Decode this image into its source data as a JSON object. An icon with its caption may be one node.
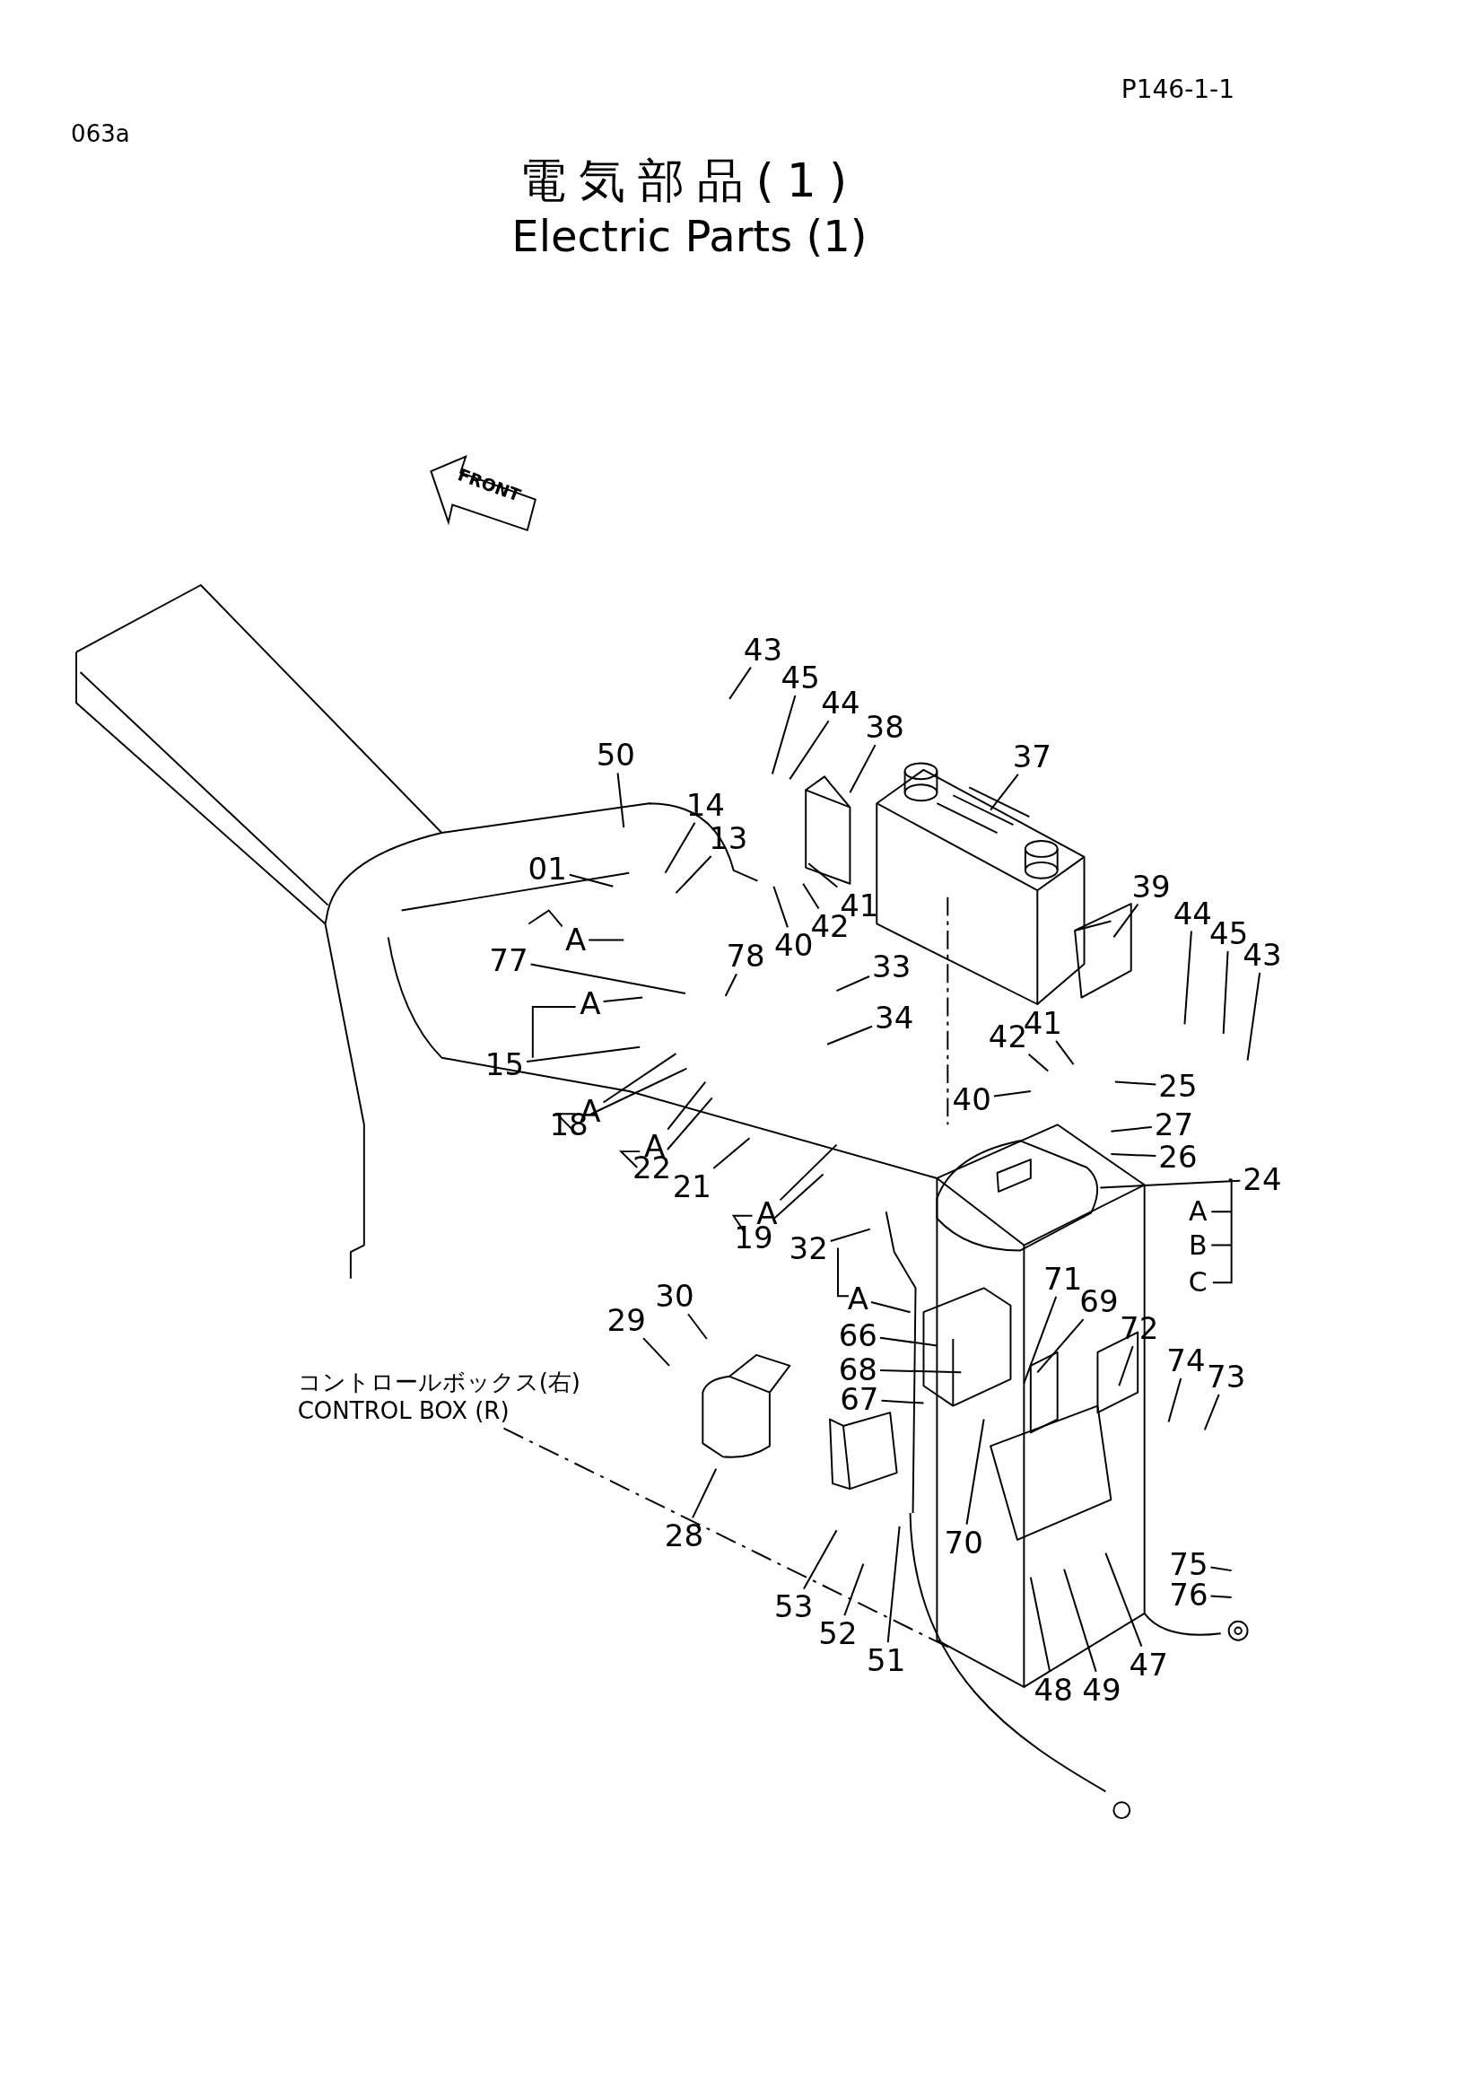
{
  "diagram": {
    "title": "電気部品(1)",
    "nodes": [
      {
        "text": [
          "コントロールボックス(右)",
          "CONTROL BOX (R)"
        ]
      },
      {
        "text": [
          "01"
        ]
      },
      {
        "text": [
          "A"
        ]
      },
      {
        "text": [
          "50"
        ]
      },
      {
        "text": [
          "14"
        ]
      },
      {
        "text": [
          "13"
        ]
      },
      {
        "text": [
          "43"
        ]
      },
      {
        "text": [
          "45"
        ]
      },
      {
        "text": [
          "44"
        ]
      },
      {
        "text": [
          "38"
        ]
      },
      {
        "text": [
          "37"
        ]
      },
      {
        "text": [
          "77"
        ]
      },
      {
        "text": [
          "78"
        ]
      },
      {
        "text": [
          "40"
        ]
      },
      {
        "text": [
          "42"
        ]
      },
      {
        "text": [
          "41"
        ]
      },
      {
        "text": [
          "33"
        ]
      },
      {
        "text": [
          "34"
        ]
      },
      {
        "text": [
          "39"
        ]
      },
      {
        "text": [
          "44"
        ]
      },
      {
        "text": [
          "45"
        ]
      },
      {
        "text": [
          "43"
        ]
      },
      {
        "text": [
          "A"
        ]
      },
      {
        "text": [
          "15"
        ]
      },
      {
        "text": [
          "A"
        ]
      },
      {
        "text": [
          "18"
        ]
      },
      {
        "text": [
          "A"
        ]
      },
      {
        "text": [
          "22"
        ]
      },
      {
        "text": [
          "21"
        ]
      },
      {
        "text": [
          "A"
        ]
      },
      {
        "text": [
          "19"
        ]
      },
      {
        "text": [
          "42"
        ]
      },
      {
        "text": [
          "41"
        ]
      },
      {
        "text": [
          "40"
        ]
      },
      {
        "text": [
          "25"
        ]
      },
      {
        "text": [
          "27"
        ]
      },
      {
        "text": [
          "26"
        ]
      },
      {
        "text": [
          "24"
        ]
      },
      {
        "text": [
          "32"
        ]
      },
      {
        "text": [
          "A"
        ]
      },
      {
        "text": [
          "66"
        ]
      },
      {
        "text": [
          "68"
        ]
      },
      {
        "text": [
          "67"
        ]
      },
      {
        "text": [
          "30"
        ]
      },
      {
        "text": [
          "29"
        ]
      },
      {
        "text": [
          "71"
        ]
      },
      {
        "text": [
          "69"
        ]
      },
      {
        "text": [
          "72"
        ]
      },
      {
        "text": [
          "74"
        ]
      },
      {
        "text": [
          "73"
        ]
      },
      {
        "text": [
          "28"
        ]
      },
      {
        "text": [
          "70"
        ]
      },
      {
        "text": [
          "53"
        ]
      },
      {
        "text": [
          "52"
        ]
      },
      {
        "text": [
          "51"
        ]
      },
      {
        "text": [
          "75"
        ]
      },
      {
        "text": [
          "76"
        ]
      },
      {
        "text": [
          "48"
        ]
      },
      {
        "text": [
          "49"
        ]
      },
      {
        "text": [
          "47"
        ]
      }
    ],
    "edges": [
      {
        "from": 0,
        "to": null,
        "arrow": "none",
        "style": "dashed"
      },
      {
        "from": 1,
        "to": null,
        "arrow": "none"
      },
      {
        "from": 2,
        "to": null,
        "arrow": "none"
      },
      {
        "from": 3,
        "to": null,
        "arrow": "none"
      },
      {
        "from": 4,
        "to": null,
        "arrow": "none"
      },
      {
        "from": 5,
        "to": null,
        "arrow": "none"
      },
      {
        "from": 6,
        "to": null,
        "arrow": "none"
      },
      {
        "from": 7,
        "to": null,
        "arrow": "none"
      },
      {
        "from": 8,
        "to": null,
        "arrow": "none"
      },
      {
        "from": 9,
        "to": null,
        "arrow": "none"
      },
      {
        "from": 10,
        "to": null,
        "arrow": "none"
      },
      {
        "from": 11,
        "to": null,
        "arrow": "none"
      },
      {
        "from": 12,
        "to": null,
        "arrow": "none"
      },
      {
        "from": 13,
        "to": null,
        "arrow": "none"
      },
      {
        "from": 14,
        "to": null,
        "arrow": "none"
      },
      {
        "from": 15,
        "to": null,
        "arrow": "none"
      },
      {
        "from": 16,
        "to": null,
        "arrow": "none"
      },
      {
        "from": 17,
        "to": null,
        "arrow": "none"
      },
      {
        "from": 18,
        "to": null,
        "arrow": "none"
      },
      {
        "from": 19,
        "to": null,
        "arrow": "none"
      },
      {
        "from": 20,
        "to": null,
        "arrow": "none"
      },
      {
        "from": 21,
        "to": null,
        "arrow": "none"
      },
      {
        "from": 22,
        "to": null,
        "arrow": "none"
      },
      {
        "from": 23,
        "to": null,
        "arrow": "none"
      },
      {
        "from": 24,
        "to": null,
        "arrow": "none"
      },
      {
        "from": 25,
        "to": null,
        "arrow": "none"
      },
      {
        "from": 26,
        "to": null,
        "arrow": "none"
      },
      {
        "from": 27,
        "to": null,
        "arrow": "none"
      },
      {
        "from": 28,
        "to": null,
        "arrow": "none"
      },
      {
        "from": 29,
        "to": null,
        "arrow": "none"
      },
      {
        "from": 30,
        "to": null,
        "arrow": "none"
      },
      {
        "from": 31,
        "to": null,
        "arrow": "none"
      },
      {
        "from": 32,
        "to": null,
        "arrow": "none"
      },
      {
        "from": 33,
        "to": null,
        "arrow": "none"
      },
      {
        "from": 34,
        "to": null,
        "arrow": "none"
      },
      {
        "from": 35,
        "to": null,
        "arrow": "none"
      },
      {
        "from": 36,
        "to": null,
        "arrow": "none"
      },
      {
        "from": 37,
        "to": null,
        "arrow": "none"
      },
      {
        "from": 38,
        "to": null,
        "arrow": "none"
      },
      {
        "from": 39,
        "to": null,
        "arrow": "none"
      },
      {
        "from": 40,
        "to": null,
        "arrow": "none"
      },
      {
        "from": 41,
        "to": null,
        "arrow": "none"
      },
      {
        "from": 42,
        "to": null,
        "arrow": "none"
      },
      {
        "from": 43,
        "to": null,
        "arrow": "none"
      },
      {
        "from": 44,
        "to": null,
        "arrow": "none"
      },
      {
        "from": 45,
        "to": null,
        "arrow": "none"
      },
      {
        "from": 46,
        "to": null,
        "arrow": "none"
      },
      {
        "from": 47,
        "to": null,
        "arrow": "none"
      },
      {
        "from": 48,
        "to": null,
        "arrow": "none"
      },
      {
        "from": 49,
        "to": null,
        "arrow": "none"
      },
      {
        "from": 50,
        "to": null,
        "arrow": "none"
      },
      {
        "from": 51,
        "to": null,
        "arrow": "none"
      },
      {
        "from": 52,
        "to": null,
        "arrow": "none"
      },
      {
        "from": 53,
        "to": null,
        "arrow": "none"
      },
      {
        "from": 54,
        "to": null,
        "arrow": "none"
      },
      {
        "from": 55,
        "to": null,
        "arrow": "none"
      },
      {
        "from": 56,
        "to": null,
        "arrow": "none"
      },
      {
        "from": 57,
        "to": null,
        "arrow": "none"
      },
      {
        "from": 58,
        "to": null,
        "arrow": "none"
      },
      {
        "from": 59,
        "to": null,
        "arrow": "none"
      }
    ],
    "labels": [
      "063a",
      "P146-1-1",
      "Electric Parts (1)",
      "FRONT",
      "A",
      "B",
      "C"
    ]
  }
}
